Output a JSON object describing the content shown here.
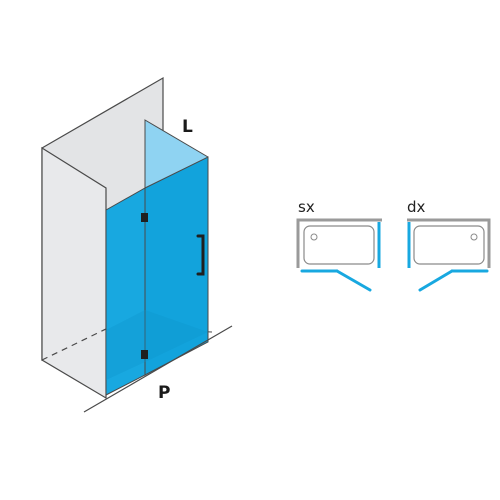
{
  "diagram": {
    "label_l": "L",
    "label_p": "P",
    "variant_left": "sx",
    "variant_right": "dx"
  },
  "colors": {
    "glass": "#18a8e0",
    "glass_side": "#8fd3f2",
    "wall": "#e3e4e6",
    "line": "#4a4a4a",
    "hardware": "#1f1f1f"
  }
}
